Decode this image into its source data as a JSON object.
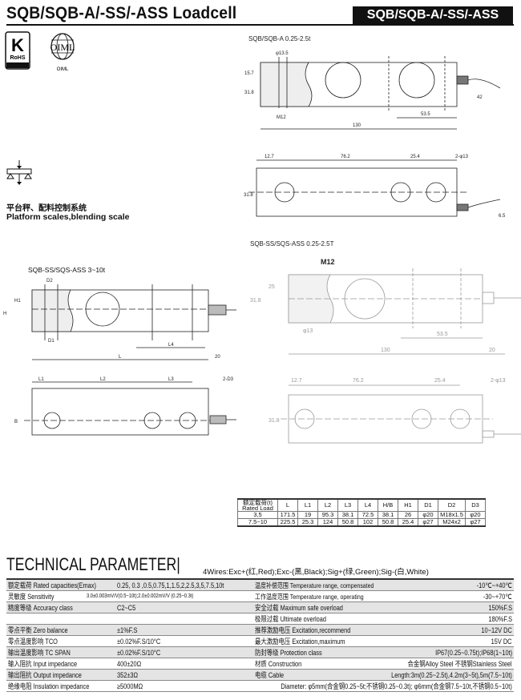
{
  "header": {
    "title": "SQB/SQB-A/-SS/-ASS  Loadcell",
    "badge": "SQB/SQB-A/-SS/-ASS"
  },
  "logos": {
    "rohs": "K RoHS",
    "oiml_caption": "OIML",
    "oiml_mark": "OIML"
  },
  "application": {
    "cn": "平台秤、配料控制系统",
    "en": "Platform scales,blending scale",
    "icon": "load-beam-icon"
  },
  "drawings": {
    "sqb_a": {
      "label": "SQB/SQB-A 0.25-2.5t",
      "dims": [
        "φ13.5",
        "15.7",
        "31.8",
        "M12",
        "42",
        "53.5",
        "130",
        "12.7",
        "76.2",
        "25.4",
        "2-φ13",
        "31.8",
        "6.5"
      ]
    },
    "sqb_ss_large": {
      "label": "SQB-SS/SQS-ASS 3~10t",
      "dims": [
        "D2",
        "H1",
        "H",
        "D1",
        "L4",
        "L",
        "20",
        "L1",
        "L2",
        "L3",
        "2-D3",
        "B"
      ]
    },
    "sqb_ss_small": {
      "label": "SQB-SS/SQS-ASS 0.25-2.5T",
      "dims": [
        "M12",
        "25",
        "31.8",
        "φ13",
        "53.5",
        "130",
        "20",
        "12.7",
        "76.2",
        "25.4",
        "2-φ13",
        "31.8"
      ]
    }
  },
  "spec_table": {
    "headers": [
      "额定载荷(t) Rated Load",
      "L",
      "L1",
      "L2",
      "L3",
      "L4",
      "H/B",
      "H1",
      "D1",
      "D2",
      "D3"
    ],
    "rows": [
      [
        "3,5",
        "171.5",
        "19",
        "95.3",
        "38.1",
        "72.5",
        "38.1",
        "26",
        "φ20",
        "M18x1.5",
        "φ20"
      ],
      [
        "7.5~10",
        "225.5",
        "25.3",
        "124",
        "50.8",
        "102",
        "50.8",
        "25.4",
        "φ27",
        "M24x2",
        "φ27"
      ]
    ]
  },
  "technical": {
    "title": "TECHNICAL PARAMETER|",
    "wires": "4Wires:Exc+(红,Red);Exc-(黑,Black);Sig+(绿,Green);Sig-(白,White)",
    "left": [
      {
        "label": "额定载荷 Rated capacities(Emax)",
        "value": "0.25, 0.3 ,0.5,0.75,1,1.5,2,2.5,3,5,7.5,10t"
      },
      {
        "label": "灵敏度 Sensitivity",
        "value": "3.0±0.003mV/V(0.5~10t);2.0±0.002mV/V (0.25~0.3t)"
      },
      {
        "label": "精度等级 Accuracy class",
        "value": "C2~C5"
      },
      {
        "label": "",
        "value": ""
      },
      {
        "label": "零点平衡 Zero balance",
        "value": "±1%F.S"
      },
      {
        "label": "零点温度影响 TCO",
        "value": "±0.02%F.S/10°C"
      },
      {
        "label": "输出温度影响 TC SPAN",
        "value": "±0.02%F.S/10°C"
      },
      {
        "label": "输入阻抗 Input  impedance",
        "value": "400±20Ω"
      },
      {
        "label": "输出阻抗 Output  impedance",
        "value": "352±3Ω"
      },
      {
        "label": "绝缘电阻 Insulation impedance",
        "value": "≥5000MΩ"
      }
    ],
    "right": [
      {
        "label": "温度补偿范围 Temperature range, compensated",
        "value": "-10℃~+40℃"
      },
      {
        "label": "工作温度范围 Temperature range, operating",
        "value": "-30~+70℃"
      },
      {
        "label": "安全过载 Maximum safe overload",
        "value": "150%F.S"
      },
      {
        "label": "极限过载 Ultimate overload",
        "value": "180%F.S"
      },
      {
        "label": "推荐激励电压 Excitation,recommend",
        "value": "10~12V DC"
      },
      {
        "label": "最大激励电压 Excitation,maximum",
        "value": "15V DC"
      },
      {
        "label": "防封等级 Protection class",
        "value": "IP67(0.25~0.75t);IP68(1~10t)"
      },
      {
        "label": "材质 Construction",
        "value": "合金钢Alloy Steel  不锈钢Stainless Steel"
      },
      {
        "label": "电缆 Cable",
        "value": "Length:3m(0.25~2.5t),4.2m(3~5t),5m(7.5~10t)"
      }
    ],
    "diameter": "Diameter: φ5mm(合金钢0.25~5t;不锈钢0.25~0.3t); φ6mm(合金钢7.5~10t,不锈钢0.5~10t)"
  }
}
